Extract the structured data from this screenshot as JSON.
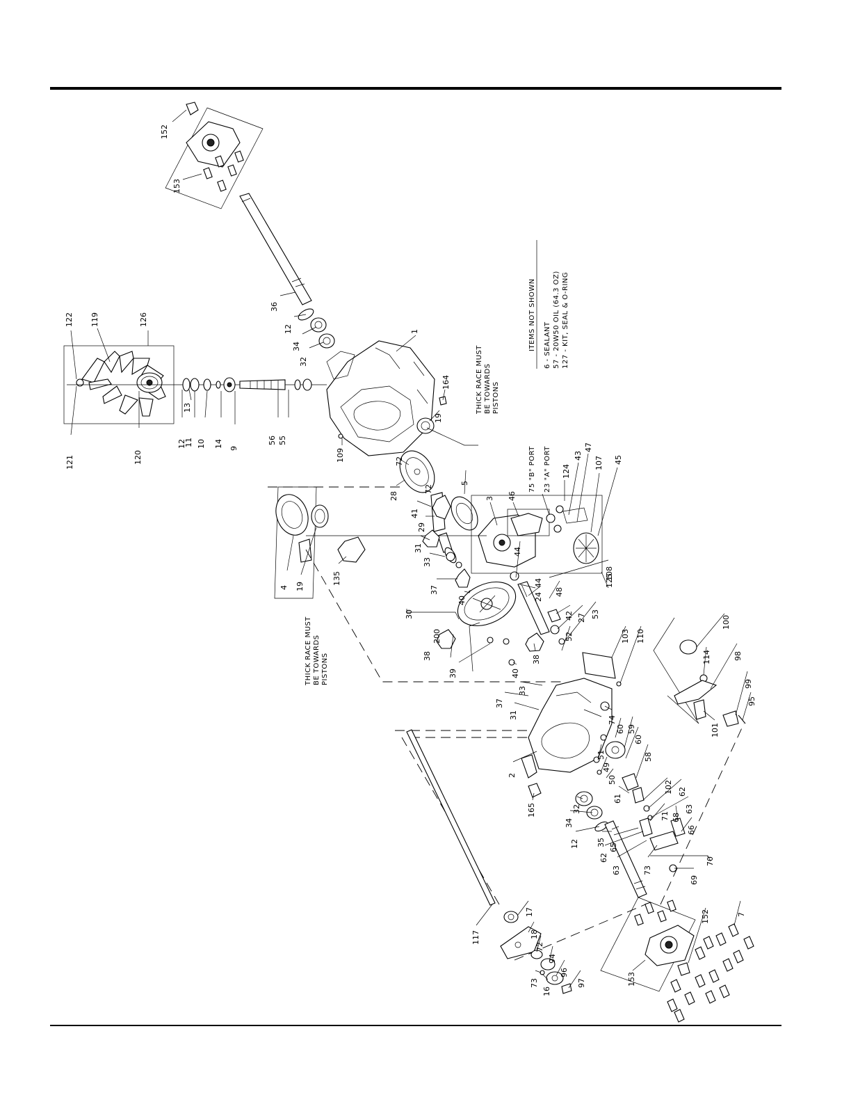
{
  "notes": {
    "items_not_shown": {
      "title": "ITEMS NOT SHOWN",
      "lines": [
        "6  -  SEALANT",
        "57  -  20W50 OIL (64.3 OZ)",
        "127  -  KIT, SEAL & O-RING"
      ]
    },
    "thick_race_upper": [
      "THICK RACE MUST",
      "BE TOWARDS",
      "PISTONS"
    ],
    "thick_race_lower": [
      "THICK RACE MUST",
      "BE TOWARDS",
      "PISTONS"
    ],
    "port_b": "75 \"B\" PORT",
    "port_a": "23 \"A\" PORT"
  },
  "callouts": {
    "c152a": "152",
    "c153a": "153",
    "c36": "36",
    "c12a": "12",
    "c34a": "34",
    "c32a": "32",
    "c1": "1",
    "c164": "164",
    "c19a": "19",
    "c122": "122",
    "c119": "119",
    "c126": "126",
    "c121": "121",
    "c120": "120",
    "c12b": "12",
    "c13": "13",
    "c11": "11",
    "c10": "10",
    "c14": "14",
    "c9": "9",
    "c56": "56",
    "c55": "55",
    "c109": "109",
    "c72a": "72",
    "c28": "28",
    "c5": "5",
    "c41": "41",
    "c72b": "72",
    "c29": "29",
    "c3": "3",
    "c46": "46",
    "c124": "124",
    "c43": "43",
    "c47": "47",
    "c107": "107",
    "c45": "45",
    "c125": "125",
    "c4": "4",
    "c19b": "19",
    "c135": "135",
    "c31a": "31",
    "c33a": "33",
    "c37a": "37",
    "c40a": "40",
    "c44a": "44",
    "c44b": "44",
    "c24": "24",
    "c108": "108",
    "c48": "48",
    "c30": "30",
    "c42": "42",
    "c27": "27",
    "c53": "53",
    "c200": "200",
    "c38a": "38",
    "c39": "39",
    "c38b": "38",
    "c52": "52",
    "c40b": "40",
    "c103": "103",
    "c110": "110",
    "c100": "100",
    "c114": "114",
    "c98": "98",
    "c99": "99",
    "c95": "95",
    "c37b": "37",
    "c33b": "33",
    "c31b": "31",
    "c101": "101",
    "c74": "74",
    "c60a": "60",
    "c59": "59",
    "c60b": "60",
    "c51": "51",
    "c49": "49",
    "c50": "50",
    "c58": "58",
    "c2": "2",
    "c61": "61",
    "c102": "102",
    "c62a": "62",
    "c63a": "63",
    "c71": "71",
    "c68": "68",
    "c66": "66",
    "c165": "165",
    "c32b": "32",
    "c34b": "34",
    "c12c": "12",
    "c35": "35",
    "c65": "65",
    "c62b": "62",
    "c63b": "63",
    "c73a": "73",
    "c70": "70",
    "c69": "69",
    "c117": "117",
    "c17": "17",
    "c18": "18",
    "c72c": "72",
    "c94": "94",
    "c96": "96",
    "c97": "97",
    "c73b": "73",
    "c16": "16",
    "c153b": "153",
    "c152b": "152",
    "c7": "7"
  },
  "colors": {
    "ink": "#000000",
    "paper": "#ffffff"
  }
}
